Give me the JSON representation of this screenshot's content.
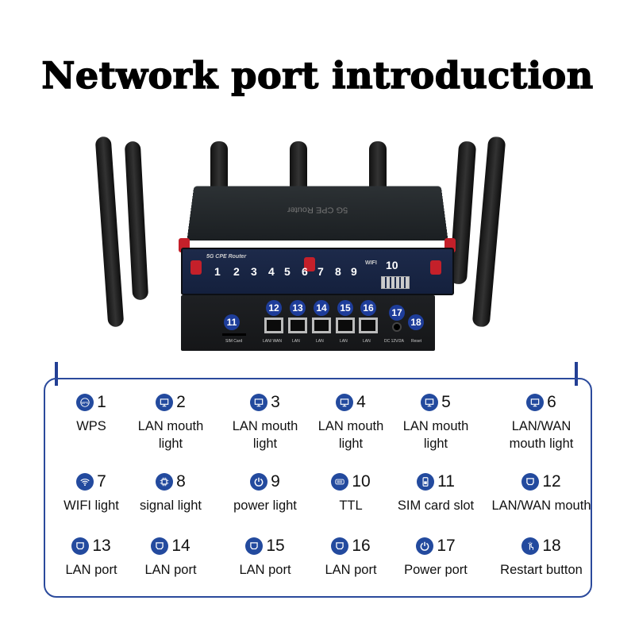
{
  "title": "Network port introduction",
  "router": {
    "top_text": "5G CPE Router",
    "panel_brand": "5G CPE Router",
    "wifi_label": "WIFI",
    "panel_numbers": [
      "1",
      "2",
      "3",
      "4",
      "5",
      "6",
      "7",
      "8",
      "9",
      "10"
    ],
    "port_numbers": [
      "11",
      "12",
      "13",
      "14",
      "15",
      "16",
      "17",
      "18"
    ],
    "port_labels": [
      "SIM Card",
      "LAN/ WAN",
      "LAN",
      "LAN",
      "LAN",
      "LAN",
      "DC 12V/2A",
      "Reset"
    ],
    "colors": {
      "antenna": "#111111",
      "connector": "#c4202a",
      "panel": "#1d2a4a",
      "badge": "#1e3d9a"
    }
  },
  "legend": {
    "accent": "#234a9e",
    "items": [
      {
        "num": "1",
        "icon": "wps-icon",
        "label": "WPS"
      },
      {
        "num": "2",
        "icon": "monitor-icon",
        "label": "LAN mouth light"
      },
      {
        "num": "3",
        "icon": "monitor-icon",
        "label": "LAN mouth light"
      },
      {
        "num": "4",
        "icon": "monitor-icon",
        "label": "LAN mouth light"
      },
      {
        "num": "5",
        "icon": "monitor-icon",
        "label": "LAN mouth light"
      },
      {
        "num": "6",
        "icon": "monitor-icon",
        "label": "LAN/WAN mouth light"
      },
      {
        "num": "7",
        "icon": "wifi-icon",
        "label": "WIFI light"
      },
      {
        "num": "8",
        "icon": "chip-icon",
        "label": "signal light"
      },
      {
        "num": "9",
        "icon": "power-icon",
        "label": "power light"
      },
      {
        "num": "10",
        "icon": "ttl-icon",
        "label": "TTL"
      },
      {
        "num": "11",
        "icon": "sim-icon",
        "label": "SIM card slot"
      },
      {
        "num": "12",
        "icon": "ethernet-icon",
        "label": "LAN/WAN mouth"
      },
      {
        "num": "13",
        "icon": "ethernet-icon",
        "label": "LAN port"
      },
      {
        "num": "14",
        "icon": "ethernet-icon",
        "label": "LAN port"
      },
      {
        "num": "15",
        "icon": "ethernet-icon",
        "label": "LAN port"
      },
      {
        "num": "16",
        "icon": "ethernet-icon",
        "label": "LAN port"
      },
      {
        "num": "17",
        "icon": "power-icon",
        "label": "Power port"
      },
      {
        "num": "18",
        "icon": "tap-icon",
        "label": "Restart button"
      }
    ]
  }
}
